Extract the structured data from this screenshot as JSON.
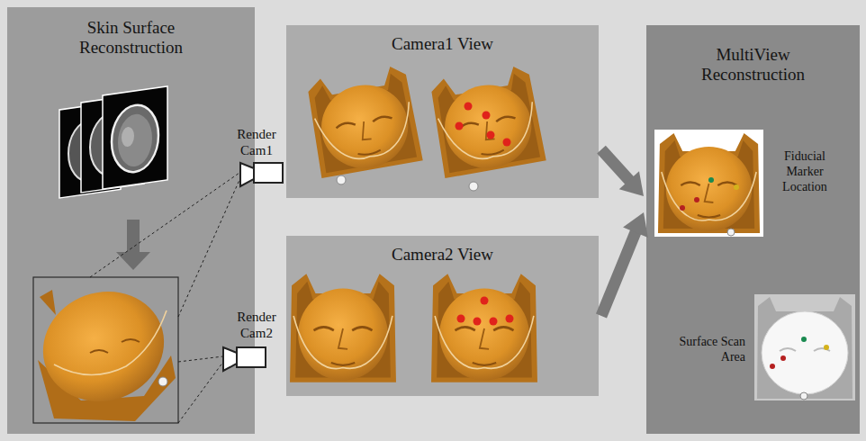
{
  "diagram": {
    "nodes": [
      {
        "text": [
          "Skin Surface Reconstruction"
        ]
      },
      {
        "text": [
          "Camera1 View"
        ]
      },
      {
        "text": [
          "Camera2 View"
        ]
      },
      {
        "text": [
          "MultiView Reconstruction",
          "Fiducial Marker Location",
          "Surface Scan Area"
        ]
      }
    ],
    "edges": [
      {
        "from": 1,
        "to": 3,
        "arrow": "to"
      },
      {
        "from": 2,
        "to": 3,
        "arrow": "to"
      }
    ],
    "labels": [
      "Render Cam1",
      "Render Cam2"
    ]
  }
}
